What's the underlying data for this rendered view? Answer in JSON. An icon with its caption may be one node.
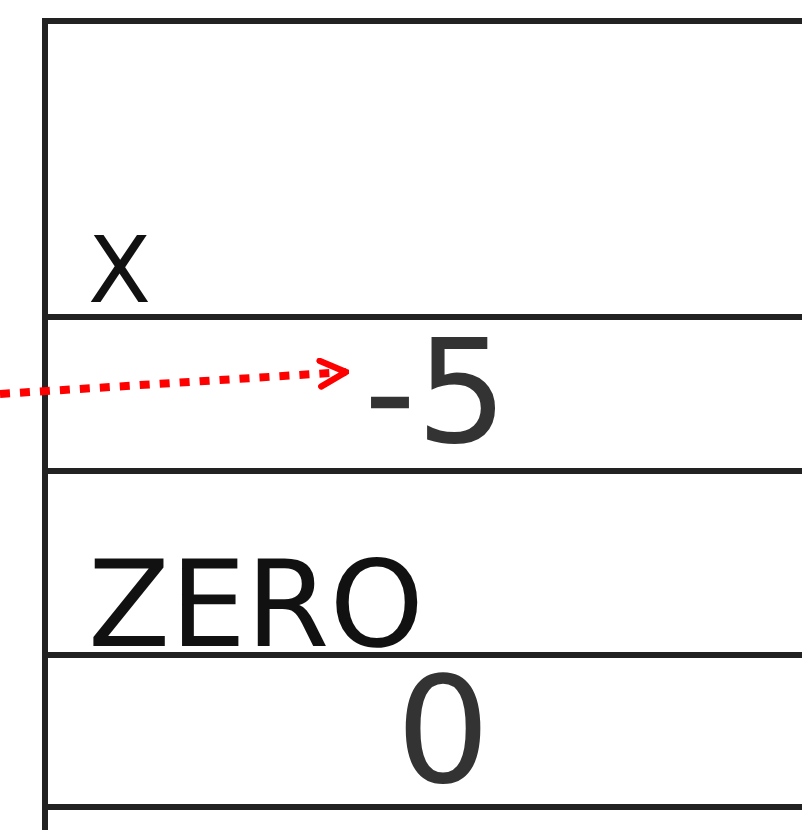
{
  "diagram": {
    "nodes": [
      {
        "text": [
          "X"
        ]
      },
      {
        "text": [
          "-5"
        ]
      },
      {
        "text": [
          "ZERO"
        ]
      },
      {
        "text": [
          "0"
        ]
      }
    ],
    "edges": [
      {
        "from": null,
        "to": 1,
        "arrow": "to",
        "style": "dashed",
        "color": "#ff0000"
      }
    ]
  }
}
